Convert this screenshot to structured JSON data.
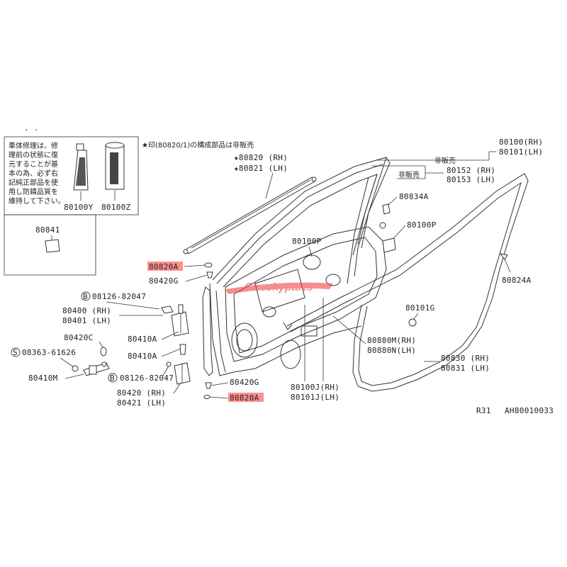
{
  "header": {
    "dots": ". ."
  },
  "note_box": {
    "lines": [
      "車体修理は、修",
      "理前の状態に復",
      "元することが基",
      "本の為、必ず右",
      "記純正部品を使",
      "用し防錆品質を",
      "維持して下さい。"
    ],
    "tube_label": "80100Y",
    "can_label": "80100Z"
  },
  "clip_box": {
    "label": "80841"
  },
  "notes": {
    "not_sold": "★印(80820/1)の構成部品は非販売",
    "hanbai_1": "非販売",
    "hanbai_2": "非販売"
  },
  "labels": {
    "p80820_rh": "★80820 (RH)",
    "p80821_lh": "★80821 (LH)",
    "p80100_rh": "80100(RH)",
    "p80101_lh": "80101(LH)",
    "p80152_rh": "80152 (RH)",
    "p80153_lh": "80153 (LH)",
    "p80834a": "80834A",
    "p80100p_a": "80100P",
    "p80100p_b": "80100P",
    "p80824a": "80824A",
    "p80820a_top": "80820A",
    "p80420g_top": "80420G",
    "p08126_top": "08126-82047",
    "p08126_top_prefix": "B",
    "p80400_rh": "80400 (RH)",
    "p80401_lh": "80401 (LH)",
    "p80410a_a": "80410A",
    "p80420c": "80420C",
    "p08363": "08363-61626",
    "p08363_prefix": "S",
    "p80410a_b": "80410A",
    "p80410m": "80410M",
    "p08126_bot": "08126-82047",
    "p08126_bot_prefix": "B",
    "p80420_rh": "80420 (RH)",
    "p80421_lh": "80421 (LH)",
    "p80420g_bot": "80420G",
    "p80820a_bot": "80820A",
    "p80101g": "80101G",
    "p80880m_rh": "80880M(RH)",
    "p80880n_lh": "80880N(LH)",
    "p80830_rh": "80830 (RH)",
    "p80831_lh": "80831 (LH)",
    "p80100j_rh": "80100J(RH)",
    "p80101j_lh": "80101J(LH)"
  },
  "footer": {
    "model": "R31",
    "code": "AH80010033"
  },
  "watermark": {
    "text": "Cheekyparts"
  },
  "colors": {
    "highlight": "#ff6b6b",
    "line": "#333333"
  }
}
